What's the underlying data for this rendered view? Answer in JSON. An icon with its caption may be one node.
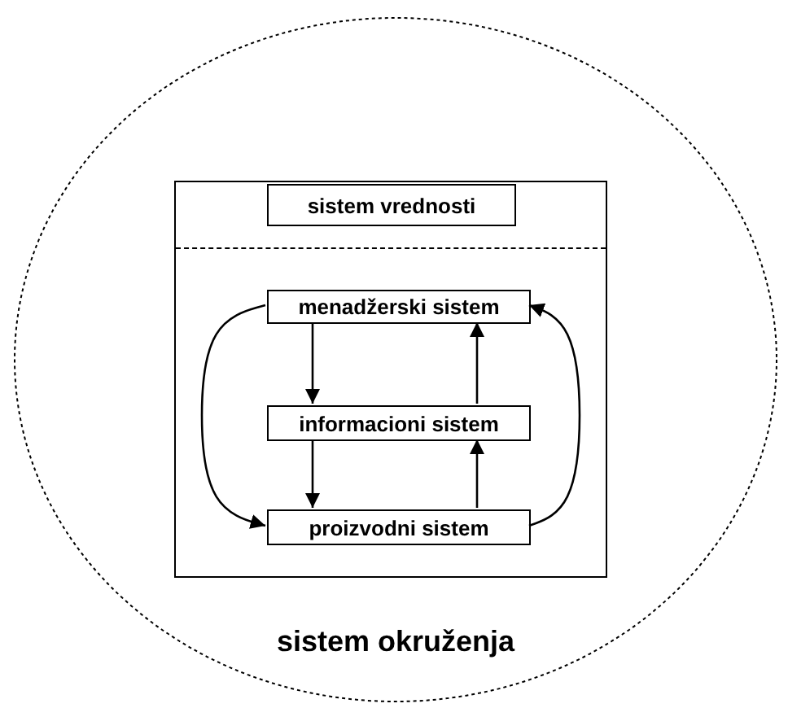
{
  "diagram": {
    "nodes": [
      {
        "text": [
          "sistem okruženja"
        ]
      },
      {
        "text": [],
        "shape": "box",
        "in": 0
      },
      {
        "text": [
          "sistem vrednosti"
        ],
        "in": 1
      },
      {
        "text": [
          "menadžerski sistem"
        ],
        "in": 1
      },
      {
        "text": [
          "informacioni sistem"
        ],
        "in": 1
      },
      {
        "text": [
          "proizvodni sistem"
        ],
        "in": 1
      }
    ],
    "edges": [
      {
        "from": 3,
        "to": 4,
        "arrow": "to"
      },
      {
        "from": 4,
        "to": 5,
        "arrow": "to"
      },
      {
        "from": 5,
        "to": 4,
        "arrow": "to"
      },
      {
        "from": 4,
        "to": 3,
        "arrow": "to"
      },
      {
        "from": 3,
        "to": 5,
        "arrow": "to"
      },
      {
        "from": 5,
        "to": 3,
        "arrow": "to"
      }
    ]
  }
}
